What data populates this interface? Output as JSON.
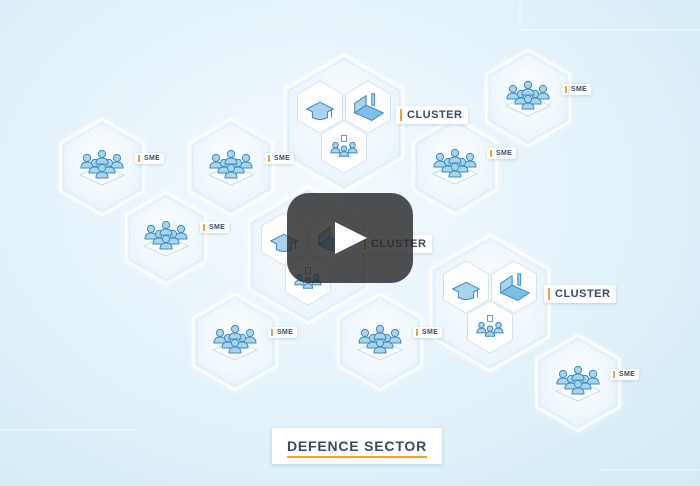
{
  "labels": {
    "sme": "SME",
    "cluster": "CLUSTER",
    "sector": "DEFENCE SECTOR"
  },
  "colors": {
    "accent": "#f2a03a",
    "text": "#3a4a63",
    "icon_fill": "#a9d4ee",
    "icon_stroke": "#3c8bbd",
    "play_overlay": "#282828"
  },
  "icons": {
    "group": "people-group-icon",
    "education": "graduation-cap-icon",
    "industry": "factory-icon",
    "research": "research-group-icon",
    "play": "play-icon"
  },
  "nodes": [
    {
      "type": "sme",
      "label": "SME"
    },
    {
      "type": "sme",
      "label": "SME"
    },
    {
      "type": "sme",
      "label": "SME"
    },
    {
      "type": "sme",
      "label": "SME"
    },
    {
      "type": "sme",
      "label": "SME"
    },
    {
      "type": "sme",
      "label": "SME"
    },
    {
      "type": "sme",
      "label": "SME"
    },
    {
      "type": "sme",
      "label": "SME"
    },
    {
      "type": "cluster",
      "label": "CLUSTER"
    },
    {
      "type": "cluster",
      "label": "CLUSTER"
    },
    {
      "type": "cluster",
      "label": "CLUSTER"
    }
  ]
}
